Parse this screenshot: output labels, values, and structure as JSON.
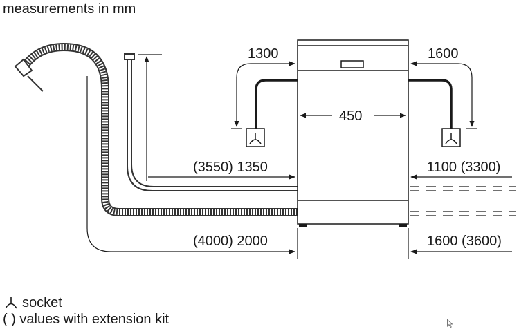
{
  "header": {
    "title": "measurements in mm"
  },
  "dimensions": {
    "socket_drop_left": "1300",
    "socket_drop_right": "1600",
    "width": "450",
    "water_supply_left": "(3550) 1350",
    "water_supply_right": "1100 (3300)",
    "drain_left": "(4000) 2000",
    "drain_right": "1600 (3600)"
  },
  "legend": {
    "socket": "socket",
    "extension": "( ) values with extension kit"
  },
  "icons": {
    "socket": "socket-icon",
    "cursor": "mouse-cursor-icon"
  },
  "colors": {
    "ink": "#1a1a1a",
    "hose": "#333333",
    "background": "#ffffff"
  }
}
